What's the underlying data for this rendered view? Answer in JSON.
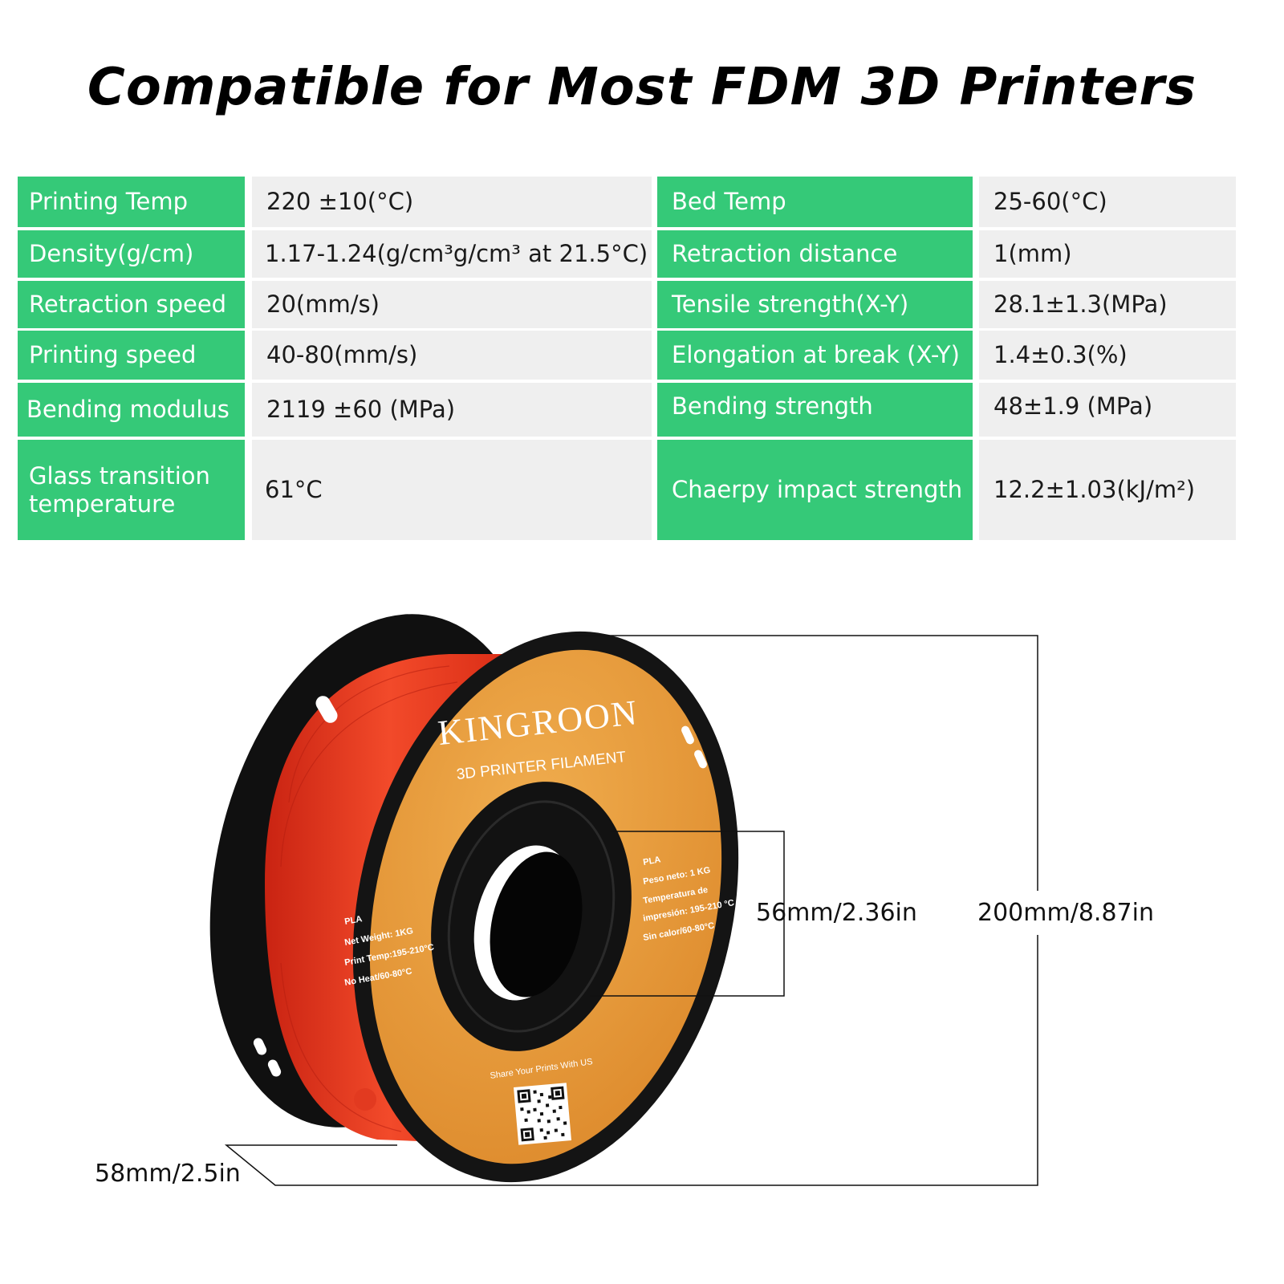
{
  "title": "Compatible for Most FDM 3D Printers",
  "specs": {
    "left": [
      {
        "label": "Printing Temp",
        "value": "220 ±10(°C)"
      },
      {
        "label": "Density(g/cm)",
        "value": "1.17-1.24(g/cm³g/cm³ at 21.5°C)"
      },
      {
        "label": "Retraction speed",
        "value": "20(mm/s)"
      },
      {
        "label": "Printing speed",
        "value": "40-80(mm/s)"
      },
      {
        "label": "Bending modulus",
        "value": "2119 ±60 (MPa)"
      },
      {
        "label": "Glass transition temperature",
        "value": "61°C"
      }
    ],
    "right": [
      {
        "label": "Bed Temp",
        "value": "25-60(°C)"
      },
      {
        "label": "Retraction distance",
        "value": "1(mm)"
      },
      {
        "label": "Tensile strength(X-Y)",
        "value": "28.1±1.3(MPa)"
      },
      {
        "label": "Elongation at break (X-Y)",
        "value": "1.4±0.3(%)"
      },
      {
        "label": "Bending strength",
        "value": "48±1.9 (MPa)"
      },
      {
        "label": "Chaerpy impact strength",
        "value": "12.2±1.03(kJ/m²)"
      }
    ]
  },
  "dimensions": {
    "inner": "56mm/2.36in",
    "outer": "200mm/8.87in",
    "width": "58mm/2.5in"
  },
  "spool": {
    "brand": "KINGROON",
    "subtitle": "3D PRINTER FILAMENT",
    "label_left": [
      "PLA",
      "Net Weight: 1KG",
      "Print Temp:195-210°C",
      "No Heat/60-80°C"
    ],
    "label_right": [
      "PLA",
      "Peso neto: 1 KG",
      "Temperatura de",
      "impresión: 195-210 °C",
      "Sin calor/60-80°C"
    ],
    "share": "Share Your Prints With US"
  },
  "colors": {
    "accent": "#35c978",
    "cell_bg": "#efefef",
    "filament": "#f03a22",
    "label_orange": "#e79a3a"
  }
}
